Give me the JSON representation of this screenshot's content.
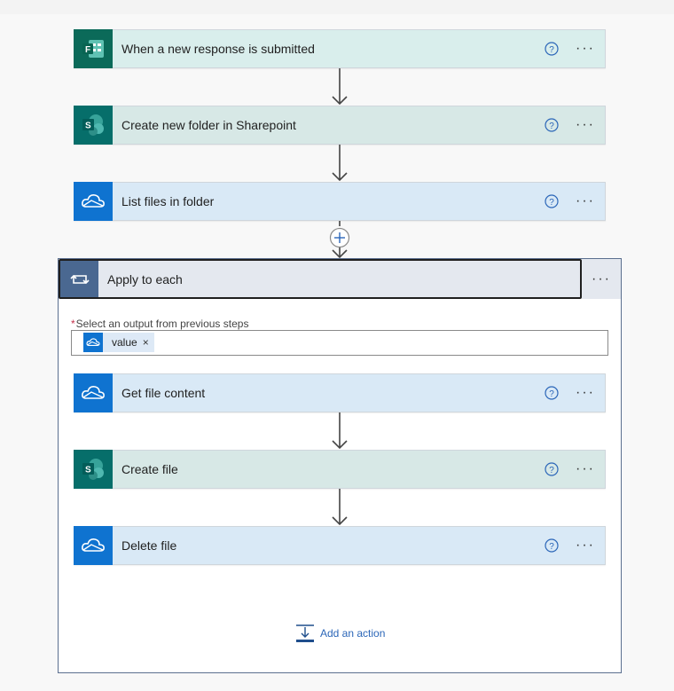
{
  "flow": {
    "steps": [
      {
        "id": "forms",
        "title": "When a new response is submitted",
        "icon": "microsoft-forms-icon"
      },
      {
        "id": "sharepoint_folder",
        "title": "Create new folder in Sharepoint",
        "icon": "sharepoint-icon"
      },
      {
        "id": "onedrive_list",
        "title": "List files in folder",
        "icon": "onedrive-icon"
      }
    ],
    "loop": {
      "title": "Apply to each",
      "icon": "loop-icon",
      "field_label": "Select an output from previous steps",
      "required_mark": "*",
      "token": {
        "label": "value",
        "remove": "×",
        "icon": "onedrive-icon"
      },
      "steps": [
        {
          "id": "get_content",
          "title": "Get file content",
          "icon": "onedrive-icon"
        },
        {
          "id": "create_file",
          "title": "Create file",
          "icon": "sharepoint-icon"
        },
        {
          "id": "delete_file",
          "title": "Delete file",
          "icon": "onedrive-icon"
        }
      ],
      "add_action_label": "Add an action"
    },
    "more_label": "···",
    "help_label": "?",
    "colors": {
      "forms_brand": "#0b6a59",
      "sharepoint_brand": "#066e6a",
      "onedrive_brand": "#0f73d0",
      "loop_brand": "#4a6891",
      "link": "#2b66b8",
      "required": "#c4314b"
    }
  }
}
